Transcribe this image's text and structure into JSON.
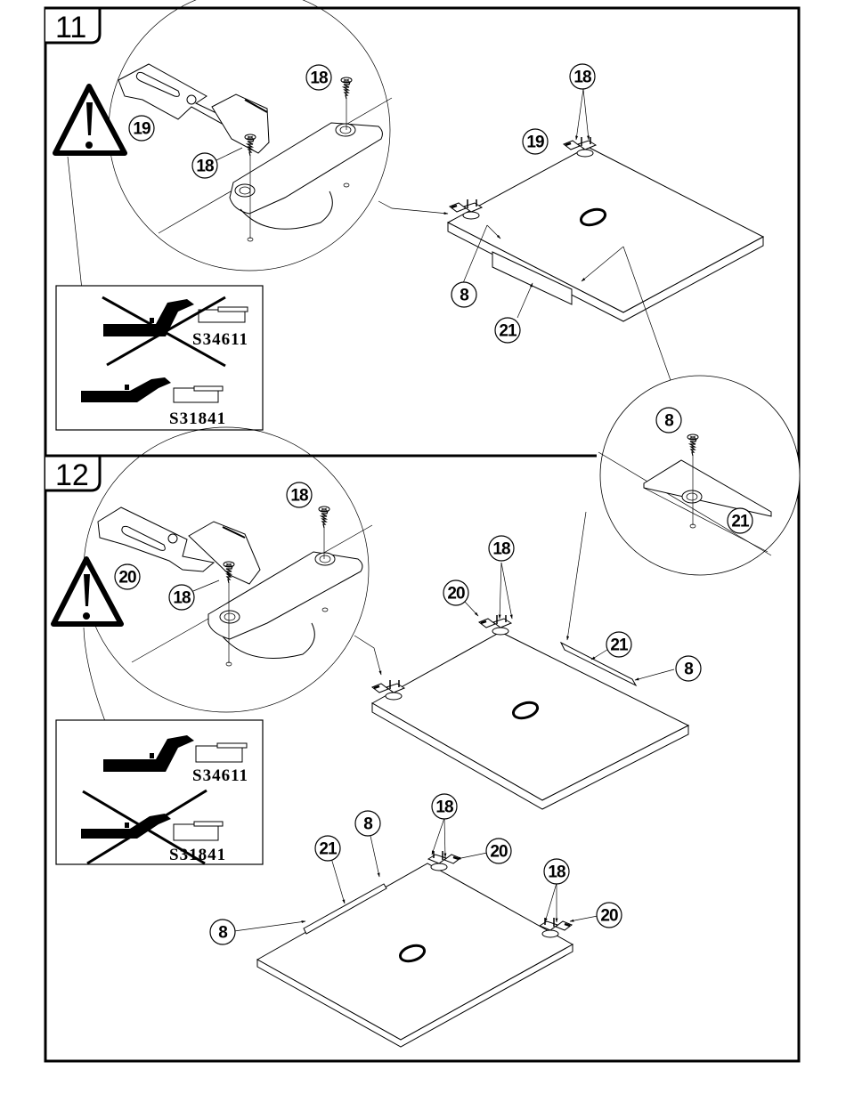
{
  "document": {
    "type": "assembly-instructions",
    "steps": [
      {
        "number": "11",
        "detail_callouts": {
          "screw_top": "18",
          "hinge": "19",
          "screw_bottom": "18"
        },
        "warning_icon": "warning-triangle-icon",
        "hinge_comparison": {
          "wrong_code": "S34611",
          "wrong_marked": true,
          "correct_code": "S31841"
        },
        "assembly_callouts": {
          "screws": "18",
          "hinge": "19",
          "cam": "8",
          "rail": "21"
        },
        "zoom_detail": {
          "screw": "8",
          "rail": "21"
        }
      },
      {
        "number": "12",
        "detail_callouts": {
          "screw_top": "18",
          "hinge": "20",
          "screw_bottom": "18"
        },
        "warning_icon": "warning-triangle-icon",
        "hinge_comparison": {
          "correct_code": "S34611",
          "wrong_code": "S31841",
          "wrong_marked": true
        },
        "assembly_upper_callouts": {
          "screws": "18",
          "hinge": "20",
          "rail": "21",
          "cam": "8"
        },
        "assembly_lower_callouts": {
          "cam_left": "8",
          "rail": "21",
          "cam_top": "8",
          "screws_a": "18",
          "hinge_a": "20",
          "screws_b": "18",
          "hinge_b": "20"
        }
      }
    ]
  }
}
